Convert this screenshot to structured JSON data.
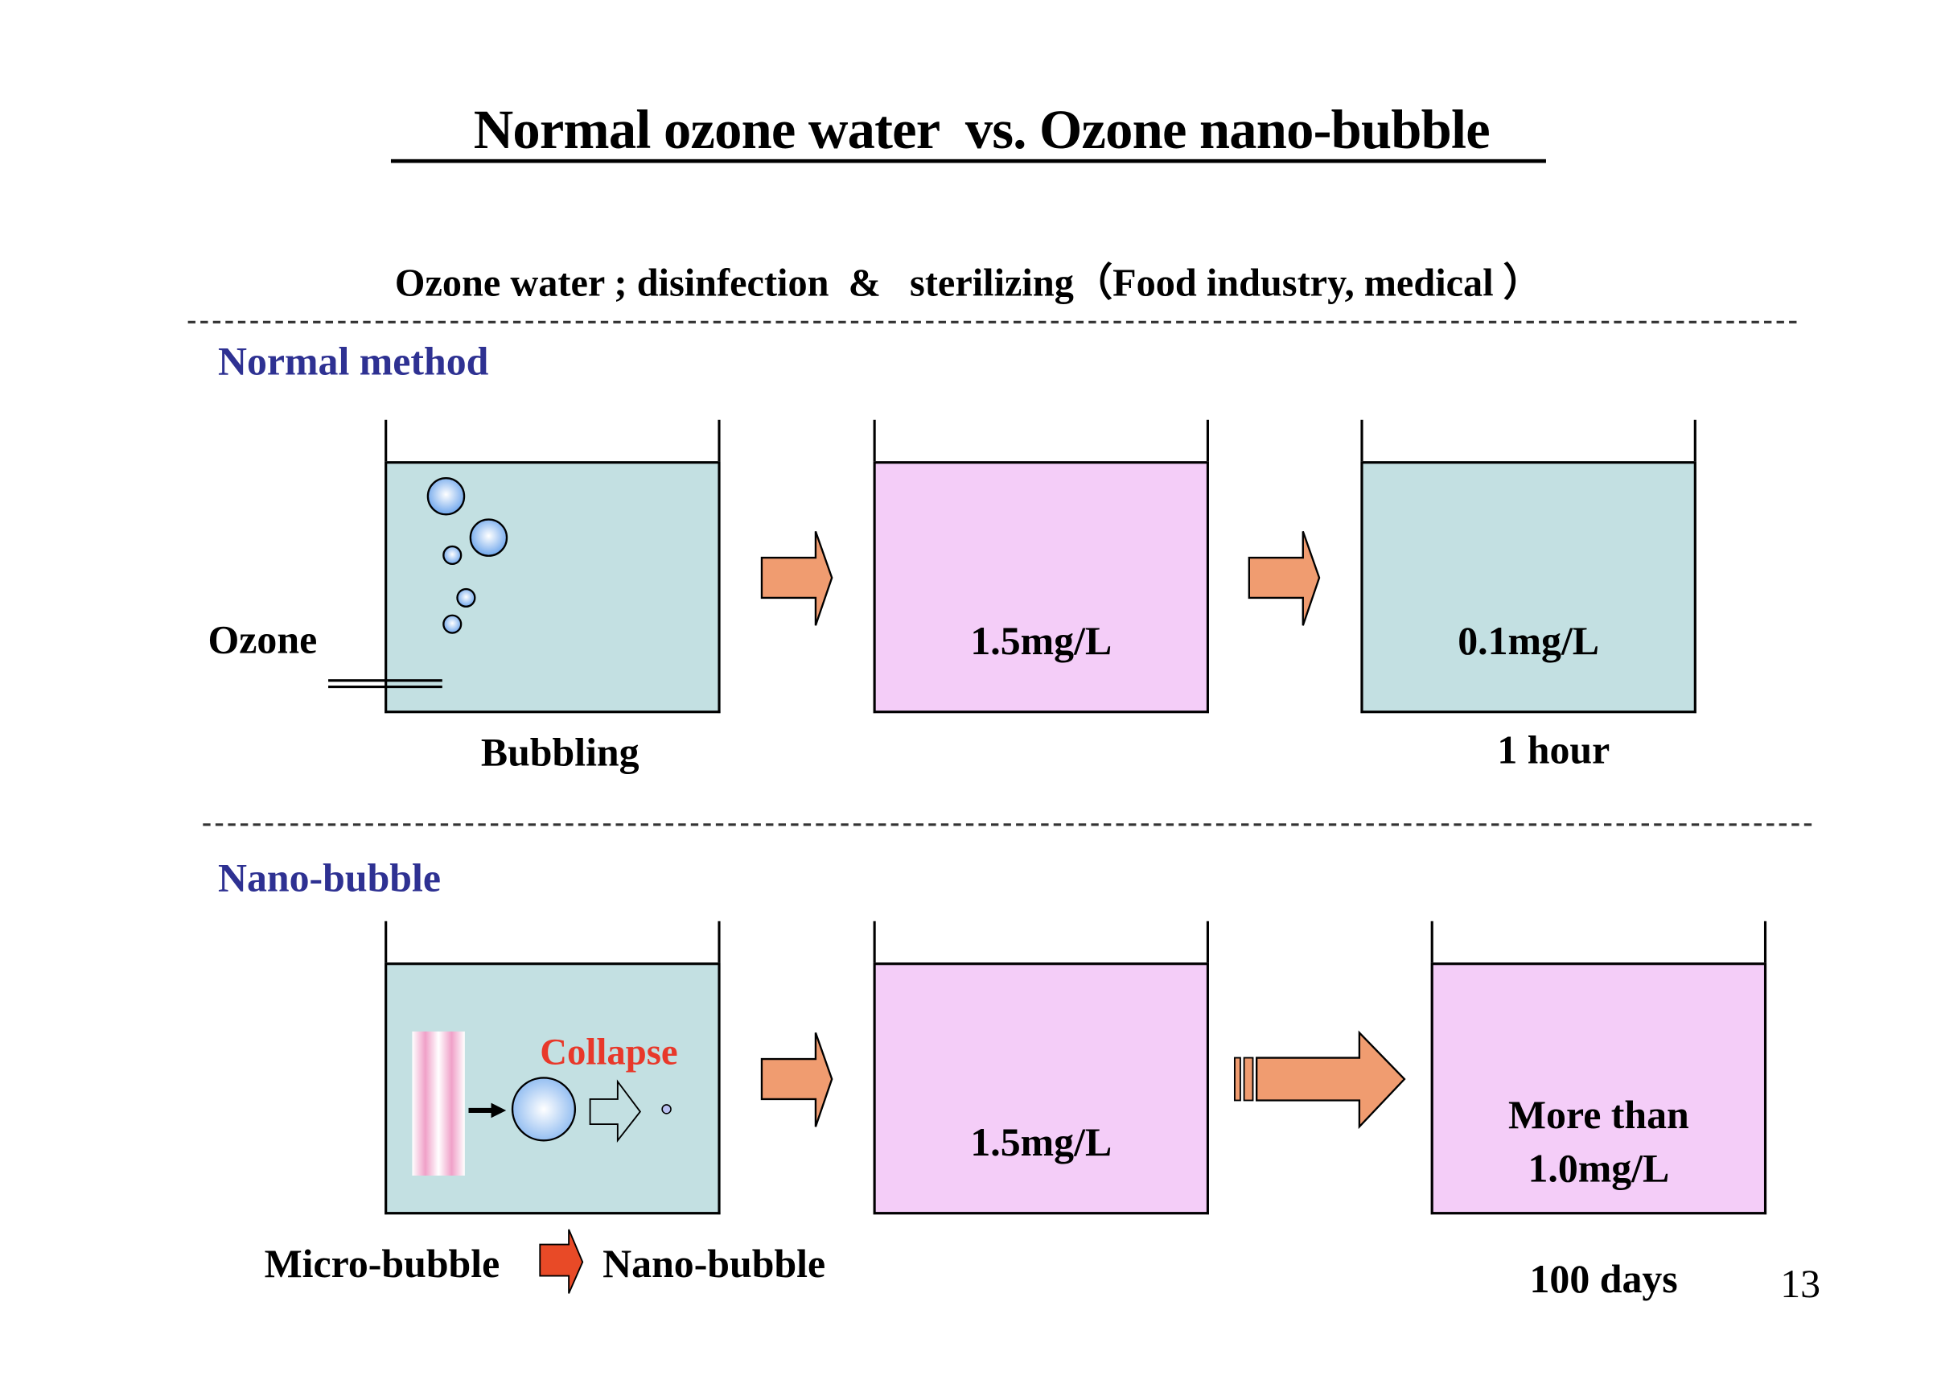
{
  "slide": {
    "title": "  Normal ozone water  vs. Ozone nano-bubble",
    "subtitle": "Ozone water ; disinfection  &   sterilizing（Food industry, medical ）",
    "page_number": "13"
  },
  "colors": {
    "section_label": "#2e3192",
    "water_blue": "#c3e0e2",
    "water_pink": "#f4cdf8",
    "arrow_orange": "#f09c70",
    "arrow_red": "#e84a27",
    "collapse_red": "#e8382a",
    "bubble_blue": "#8ab8f0"
  },
  "normal_method": {
    "label": "Normal method",
    "input_label": "Ozone",
    "tanks": [
      {
        "water": "blue",
        "reading": "",
        "caption": "Bubbling",
        "icon": "gas-bubbles"
      },
      {
        "water": "pink",
        "reading": "1.5mg/L",
        "caption": ""
      },
      {
        "water": "blue",
        "reading": "0.1mg/L",
        "caption": "1 hour"
      }
    ],
    "arrows": [
      "arrow-right",
      "arrow-right"
    ]
  },
  "nano_bubble": {
    "label": "Nano-bubble",
    "collapse_label": "Collapse",
    "tanks": [
      {
        "water": "blue",
        "reading": "",
        "caption": "",
        "icon": "bubble-collapse"
      },
      {
        "water": "pink",
        "reading": "1.5mg/L",
        "caption": ""
      },
      {
        "water": "pink",
        "reading_line1": "More than",
        "reading_line2": "1.0mg/L",
        "caption": "100 days"
      }
    ],
    "legend": {
      "from": "Micro-bubble",
      "to": "Nano-bubble"
    },
    "arrows": [
      "arrow-right",
      "striped-arrow-right"
    ]
  }
}
